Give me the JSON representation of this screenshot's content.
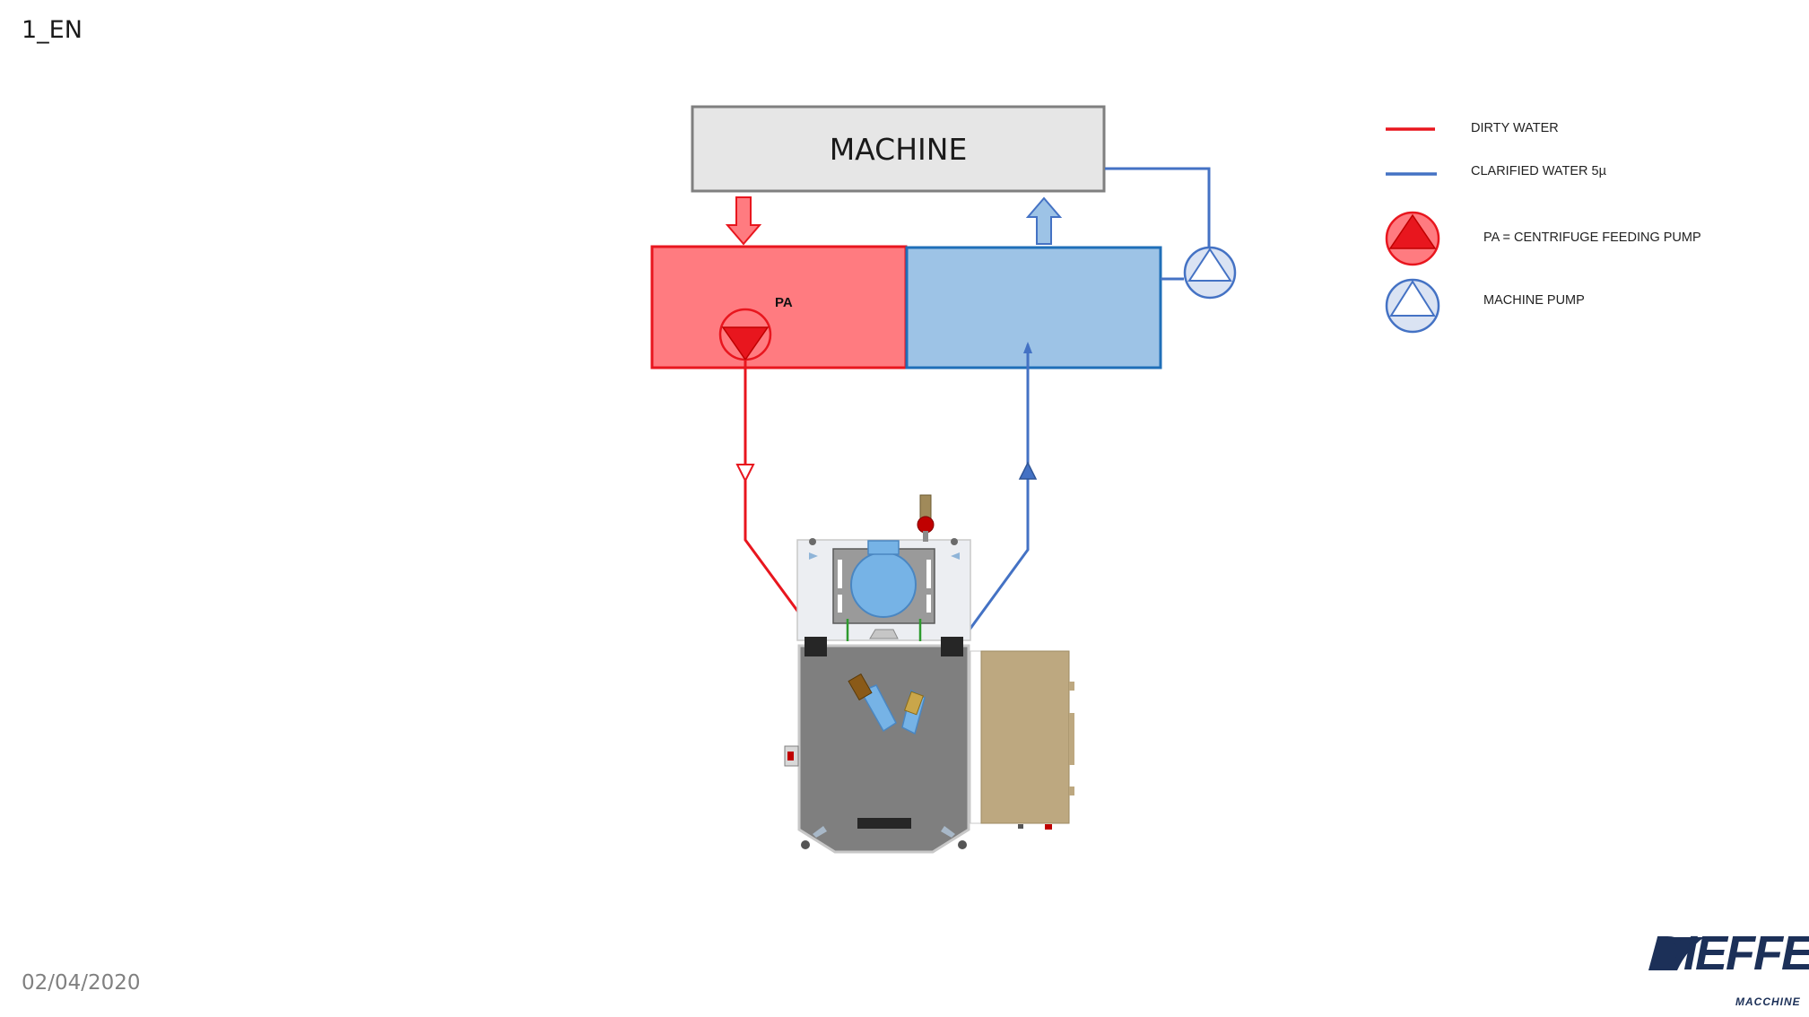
{
  "slide": {
    "title": "1_EN",
    "date": "02/04/2020"
  },
  "diagram": {
    "machine_label": "MACHINE",
    "pump_label": "PA"
  },
  "legend": {
    "dirty_water": "DIRTY WATER",
    "clarified_water": "CLARIFIED WATER 5µ",
    "centrifuge_pump": "PA = CENTRIFUGE FEEDING PUMP",
    "machine_pump": "MACHINE PUMP"
  },
  "logo": {
    "main": "DIEFFE",
    "sub": "MACCHINE"
  },
  "colors": {
    "dirty_water": "#e8161e",
    "clarified_water": "#4472c4",
    "dirty_tank_fill": "#ff7b80",
    "clean_tank_fill": "#9dc3e6",
    "machine_box_fill": "#e6e6e6",
    "logo": "#1c3058"
  }
}
